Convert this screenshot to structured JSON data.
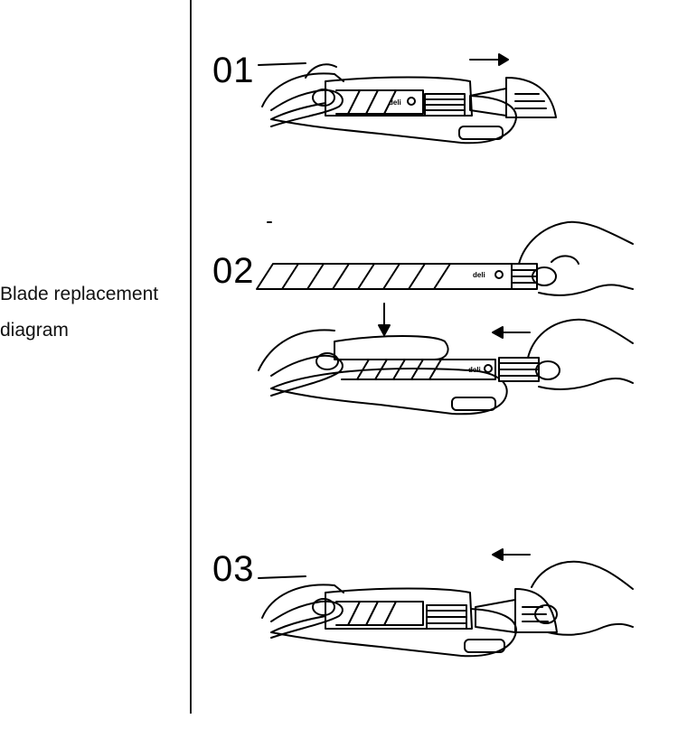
{
  "caption": {
    "line1": "Blade replacement",
    "line2": "diagram"
  },
  "steps": [
    {
      "number": "01"
    },
    {
      "number": "02"
    },
    {
      "number": "03"
    }
  ],
  "brand_text": "deli",
  "icons": [
    "arrow-right-icon",
    "arrow-down-icon",
    "arrow-left-icon",
    "hand-icon",
    "utility-knife-icon",
    "blade-icon"
  ]
}
